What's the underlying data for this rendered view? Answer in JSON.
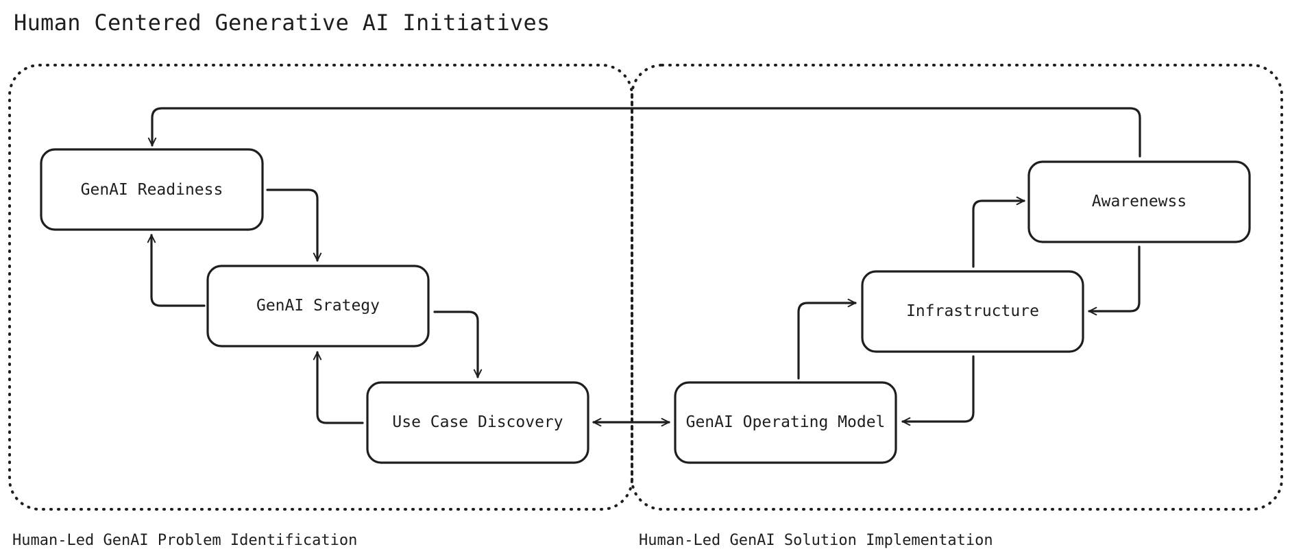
{
  "title": "Human Centered Generative AI Initiatives",
  "groups": {
    "left": {
      "label": "Human-Led GenAI Problem Identification"
    },
    "right": {
      "label": "Human-Led GenAI Solution Implementation"
    }
  },
  "nodes": {
    "readiness": {
      "label": "GenAI Readiness"
    },
    "strategy": {
      "label": "GenAI Srategy"
    },
    "use_case": {
      "label": "Use Case Discovery"
    },
    "operating_model": {
      "label": "GenAI Operating Model"
    },
    "infrastructure": {
      "label": "Infrastructure"
    },
    "awareness": {
      "label": "Awarenewss"
    }
  },
  "edges": [
    {
      "from": "readiness",
      "to": "strategy"
    },
    {
      "from": "strategy",
      "to": "readiness"
    },
    {
      "from": "strategy",
      "to": "use_case"
    },
    {
      "from": "use_case",
      "to": "strategy"
    },
    {
      "from": "use_case",
      "to": "operating_model",
      "bidirectional": true
    },
    {
      "from": "operating_model",
      "to": "infrastructure"
    },
    {
      "from": "infrastructure",
      "to": "operating_model"
    },
    {
      "from": "infrastructure",
      "to": "awareness"
    },
    {
      "from": "awareness",
      "to": "infrastructure"
    },
    {
      "from": "awareness",
      "to": "readiness"
    }
  ]
}
